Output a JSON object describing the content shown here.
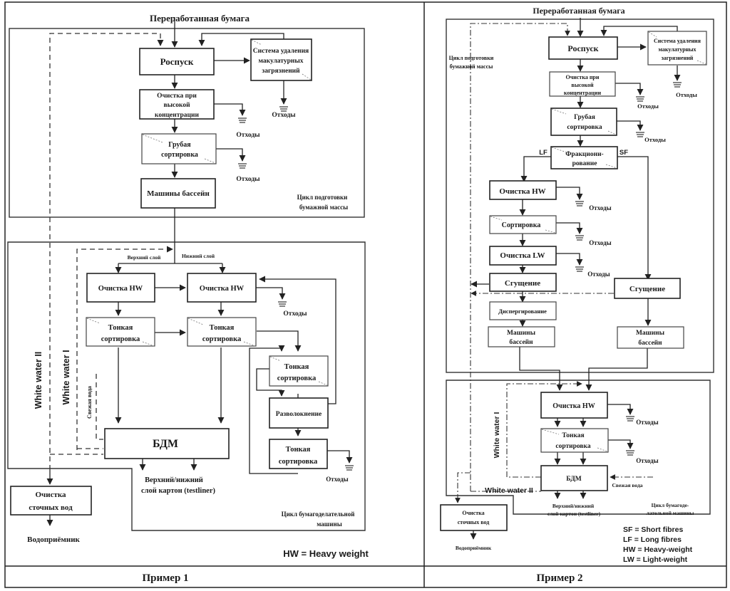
{
  "common": {
    "input": "Переработанная бумага",
    "pulping": "Роспуск",
    "contaminant_removal": [
      "Система удаления",
      "макулатурных",
      "загрязнений"
    ],
    "hd_cleaning": [
      "Очистка при",
      "высокой",
      "концентрации"
    ],
    "coarse_screening": [
      "Грубая",
      "сортировка"
    ],
    "machine_chests": "Машины бассейн",
    "machine_chests_2": [
      "Машины",
      "бассейн"
    ],
    "waste": "Отходы",
    "stock_prep_cycle": [
      "Цикл подготовки",
      "бумажной массы"
    ],
    "cleaning_hw": "Очистка HW",
    "cleaning_lw": "Очистка LW",
    "fine_screening": [
      "Тонкая",
      "сортировка"
    ],
    "paper_machine": "БДМ",
    "product": [
      "Верхний/нижний",
      "слой картон (testliner)"
    ],
    "wastewater_treatment": [
      "Очистка",
      "сточных вод"
    ],
    "receiving_water": "Водоприёмник",
    "fresh_water": "Свежая вода",
    "white_water_1": "White water I",
    "white_water_2": "White water II"
  },
  "example1": {
    "caption": "Пример 1",
    "top_layer": "Верхний слой",
    "bottom_layer": "Нижний слой",
    "deflaking": "Разволокнение",
    "pm_cycle": [
      "Цикл бумагоделательной",
      "машины"
    ],
    "legend": "HW = Heavy weight"
  },
  "example2": {
    "caption": "Пример 2",
    "fractionation": [
      "Фракциони-",
      "рование"
    ],
    "lf": "LF",
    "sf": "SF",
    "screening": "Сортировка",
    "thickening": "Сгущение",
    "dispersing": "Диспергирование",
    "pm_cycle": [
      "Цикл бумагоде-",
      "лательной машины"
    ],
    "legend": [
      "SF =  Short fibres",
      "LF =  Long fibres",
      "HW = Heavy-weight",
      "LW = Light-weight"
    ]
  }
}
